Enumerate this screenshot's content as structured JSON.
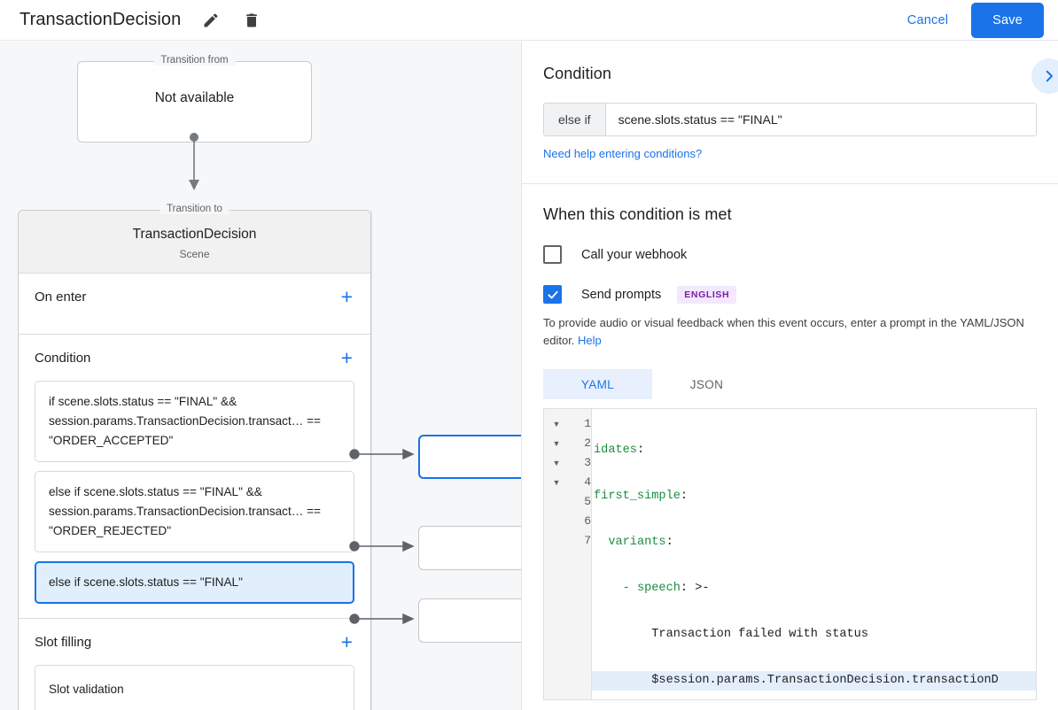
{
  "header": {
    "title": "TransactionDecision",
    "edit_icon": "pencil-icon",
    "delete_icon": "trash-icon",
    "cancel_label": "Cancel",
    "save_label": "Save",
    "accent_color": "#1a73e8"
  },
  "canvas": {
    "transition_from": {
      "legend": "Transition from",
      "value": "Not available"
    },
    "transition_to": {
      "legend": "Transition to",
      "name": "TransactionDecision",
      "type": "Scene"
    },
    "sections": [
      {
        "title": "On enter",
        "add_icon": "plus-icon",
        "items": []
      },
      {
        "title": "Condition",
        "add_icon": "plus-icon",
        "items": [
          {
            "text": "if scene.slots.status == \"FINAL\" && session.params.TransactionDecision.transact… == \"ORDER_ACCEPTED\"",
            "selected": false
          },
          {
            "text": "else if scene.slots.status == \"FINAL\" && session.params.TransactionDecision.transact… == \"ORDER_REJECTED\"",
            "selected": false
          },
          {
            "text": "else if scene.slots.status == \"FINAL\"",
            "selected": true
          }
        ]
      },
      {
        "title": "Slot filling",
        "add_icon": "plus-icon",
        "items": [
          {
            "text": "Slot validation",
            "selected": false
          }
        ]
      }
    ]
  },
  "panel": {
    "condition_heading": "Condition",
    "expand_icon": "chevron-right-icon",
    "condition_prefix": "else if",
    "condition_value": "scene.slots.status == \"FINAL\"",
    "condition_help_link": "Need help entering conditions?",
    "met_heading": "When this condition is met",
    "webhook": {
      "label": "Call your webhook",
      "checked": false
    },
    "prompts": {
      "label": "Send prompts",
      "checked": true,
      "language_badge": "ENGLISH"
    },
    "prompt_description": "To provide audio or visual feedback when this event occurs, enter a prompt in the YAML/JSON editor.",
    "prompt_help_link": "Help",
    "editor_tabs": [
      {
        "label": "YAML",
        "active": true
      },
      {
        "label": "JSON",
        "active": false
      }
    ],
    "editor": {
      "language": "yaml",
      "line_numbers": [
        "1",
        "2",
        "3",
        "4",
        "5",
        "6",
        "7"
      ],
      "fold_arrows": [
        true,
        true,
        true,
        true,
        false,
        false,
        false
      ],
      "highlighted_line": 6,
      "lines": [
        {
          "n": 1,
          "key": "idates",
          "punct": ":",
          "indent": 0,
          "rest": ""
        },
        {
          "n": 2,
          "key": "first_simple",
          "punct": ":",
          "indent": 0,
          "rest": ""
        },
        {
          "n": 3,
          "key": "variants",
          "punct": ":",
          "indent": 1,
          "rest": ""
        },
        {
          "n": 4,
          "key": "- speech",
          "punct": ": >-",
          "indent": 2,
          "rest": ""
        },
        {
          "n": 5,
          "key": "",
          "punct": "",
          "indent": 4,
          "rest": "Transaction failed with status"
        },
        {
          "n": 6,
          "key": "",
          "punct": "",
          "indent": 4,
          "rest": "$session.params.TransactionDecision.transactionD"
        },
        {
          "n": 7,
          "key": "",
          "punct": "",
          "indent": 0,
          "rest": ""
        }
      ]
    }
  },
  "colors": {
    "blue": "#1a73e8",
    "canvas_bg": "#f6f7f9",
    "selected_item_bg": "#e1effd",
    "yaml_key_green": "#1a8c41",
    "badge_purple_bg": "#f3e8fd",
    "badge_purple_fg": "#7b1fa2"
  }
}
